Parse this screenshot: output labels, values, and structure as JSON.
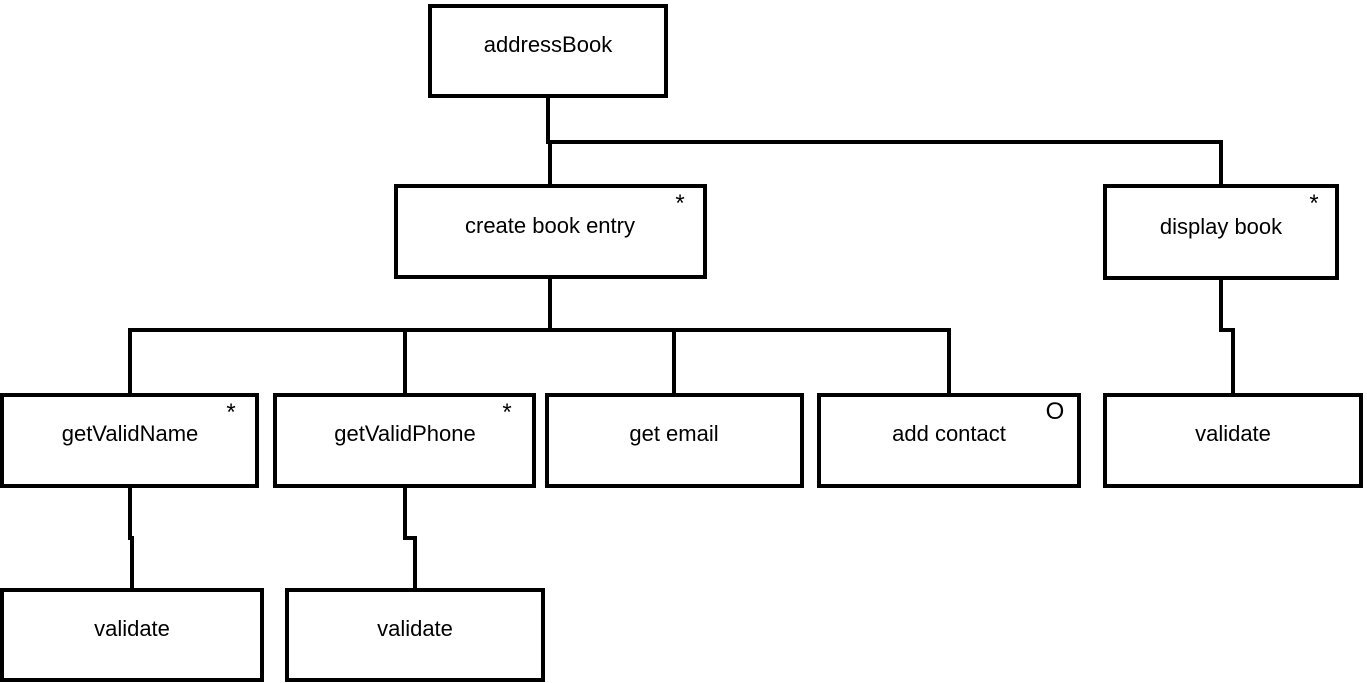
{
  "nodes": {
    "addressbook": {
      "label": "addressBook",
      "marker": ""
    },
    "create_book_entry": {
      "label": "create book entry",
      "marker": "*"
    },
    "display_book": {
      "label": "display book",
      "marker": "*"
    },
    "get_valid_name": {
      "label": "getValidName",
      "marker": "*"
    },
    "get_valid_phone": {
      "label": "getValidPhone",
      "marker": "*"
    },
    "get_email": {
      "label": "get email",
      "marker": ""
    },
    "add_contact": {
      "label": "add contact",
      "marker": "O"
    },
    "validate_display": {
      "label": "validate",
      "marker": ""
    },
    "validate_name": {
      "label": "validate",
      "marker": ""
    },
    "validate_phone": {
      "label": "validate",
      "marker": ""
    }
  }
}
